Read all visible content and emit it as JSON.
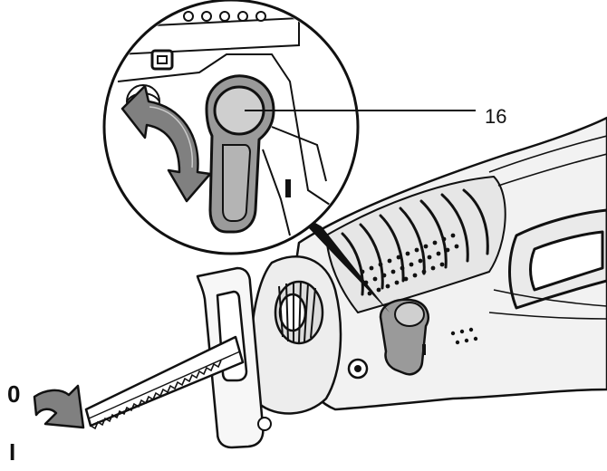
{
  "callout": {
    "label": "16"
  },
  "positions": {
    "off": "0",
    "on": "I"
  },
  "colors": {
    "outline": "#111111",
    "arrow_fill": "#808080",
    "knob_fill": "#9a9a9a",
    "knob_highlight": "#cfcfcf",
    "body_fill": "#f2f2f2",
    "grip_fill": "#e6e6e6"
  }
}
